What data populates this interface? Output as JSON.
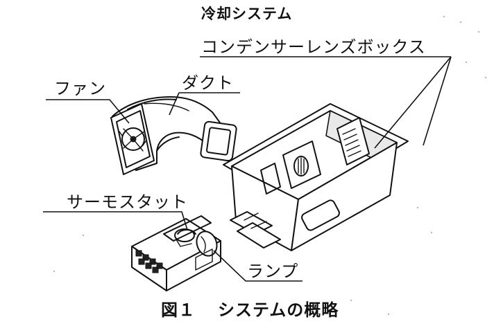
{
  "figure": {
    "title": "冷却システム",
    "caption_number": "図１",
    "caption_text": "システムの概略"
  },
  "labels": {
    "condenser_lens_box": "コンデンサーレンズボックス",
    "fan": "ファン",
    "duct": "ダクト",
    "thermostat": "サーモスタット",
    "lamp": "ランプ"
  }
}
